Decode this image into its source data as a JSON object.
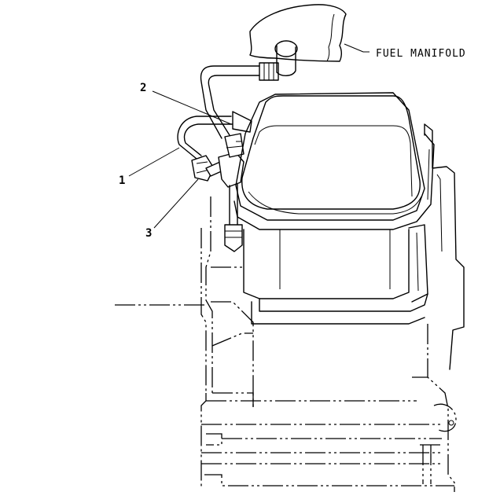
{
  "labels": {
    "fuel_manifold": "FUEL MANIFOLD",
    "callout_1": "1",
    "callout_2": "2",
    "callout_3": "3"
  }
}
